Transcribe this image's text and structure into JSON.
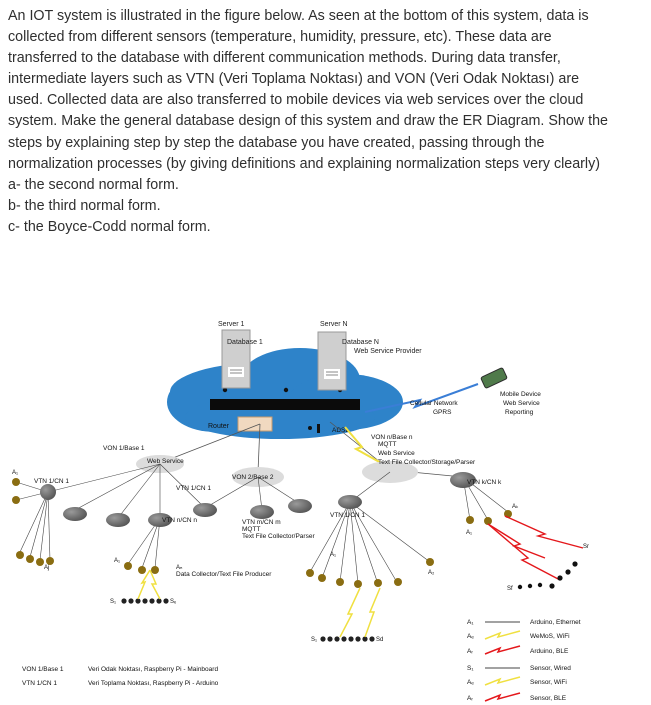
{
  "question": {
    "paragraph": "An IOT system is illustrated in the figure below. As seen at the bottom of this system, data is collected from different sensors (temperature, humidity, pressure, etc). These data are transferred to the database with different communication methods. During data transfer, intermediate layers such as VTN (Veri Toplama Noktası) and VON (Veri Odak Noktası) are used. Collected data are also transferred to mobile devices via web services over the cloud system. Make the general database design of this system and draw the ER Diagram. Show the steps by explaining step by step the database you have created, passing through the normalization processes (by giving definitions and explaining normalization steps very clearly)",
    "items": [
      "a- the second normal form.",
      "b- the third normal form.",
      "c- the Boyce-Codd normal form."
    ]
  },
  "diagram": {
    "server1": "Server 1",
    "serverN": "Server N",
    "database1": "Database 1",
    "databaseN": "Database N",
    "wsProviderTop": "Web Service Provider",
    "router": "Router",
    "adsl": "ADSL",
    "cellular1": "Cellular Network",
    "cellular2": "GPRS",
    "mobile1": "Mobile Device",
    "mobile2": "Web Service",
    "mobile3": "Reporting",
    "von1": "VON 1/Base 1",
    "webService1": "Web Service",
    "von2": "VON 2/Base 2",
    "vonN1": "VON n/Base n",
    "vonN2": "MQTT",
    "vonN3": "Web Service",
    "vonN4": "Text File Collector/Storage/Parser",
    "vtn1left": "VTN 1/CN 1",
    "vtn1mid": "VTN 1/CN 1",
    "vtnN": "VTN n/CN n",
    "vtnM1": "VTN m/CN m",
    "vtnM2": "MQTT",
    "vtnM3": "Text File Collector/Parser",
    "vtn1right": "VTN 1/CN 1",
    "vtnK": "VTN k/CN k",
    "dataCollector": "Data Collector/Text File Producer",
    "a1": "A₁",
    "a1b": "A₁",
    "a1c": "A₁",
    "a1d": "A₁",
    "a2": "A₂",
    "aj": "Aj",
    "ak": "Aₖ",
    "an": "Aₙ",
    "s1": "S₁",
    "se": "Sₑ",
    "s1b": "S₁",
    "sd": "Sd",
    "sf": "Sf",
    "sr": "Sr",
    "legendBottom": [
      {
        "code": "VON 1/Base 1",
        "desc": "Veri Odak Noktası, Raspberry Pi - Mainboard"
      },
      {
        "code": "VTN 1/CN 1",
        "desc": "Veri Toplama Noktası, Raspberry Pi - Arduino"
      }
    ],
    "legendRight": [
      {
        "sym": "A₁",
        "text": "Arduino, Ethernet",
        "kind": "wired"
      },
      {
        "sym": "Aₑ",
        "text": "WeMoS, WiFi",
        "kind": "wifi"
      },
      {
        "sym": "Aᵣ",
        "text": "Arduino, BLE",
        "kind": "ble"
      },
      {
        "sym": "S₁",
        "text": "Sensor, Wired",
        "kind": "wired"
      },
      {
        "sym": "Aₑ",
        "text": "Sensor, WiFi",
        "kind": "wifi"
      },
      {
        "sym": "Aᵣ",
        "text": "Sensor, BLE",
        "kind": "ble"
      }
    ],
    "colors": {
      "cloud": "#2e83c9",
      "node": "#6b6b6b",
      "sensor": "#8a6d12",
      "wifi": "#f0e040",
      "ble": "#e4171b"
    }
  }
}
